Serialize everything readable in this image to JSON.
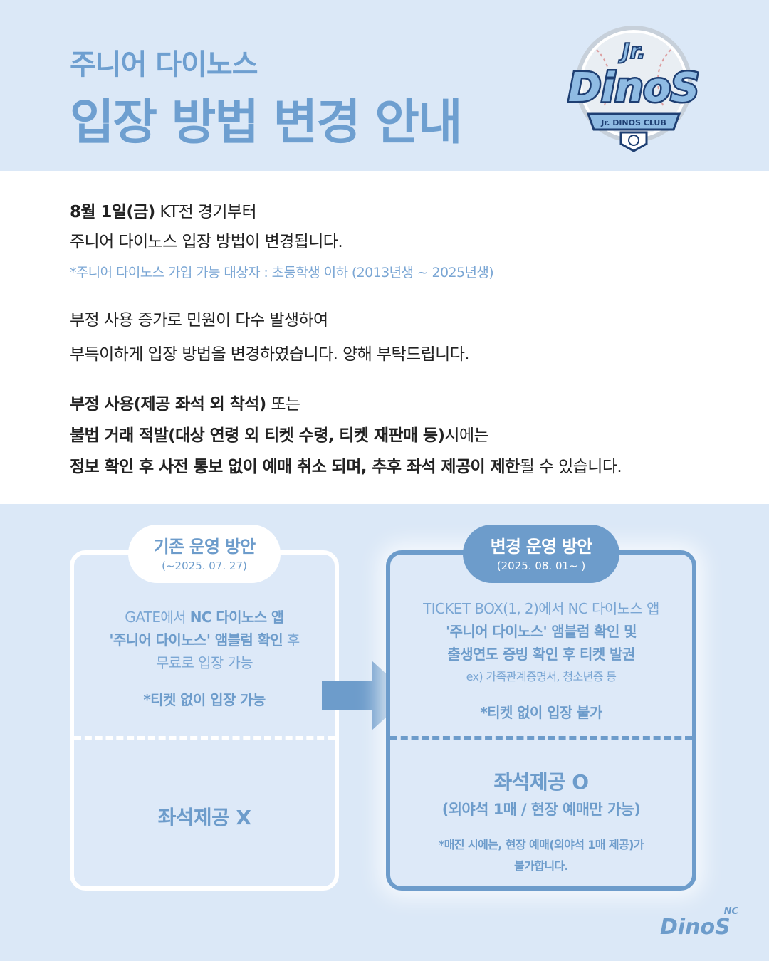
{
  "header": {
    "subtitle": "주니어 다이노스",
    "title": "입장 방법 변경 안내",
    "logo": {
      "top_text": "Jr.",
      "main_text": "DinoS",
      "ribbon_text": "Jr. DINOS CLUB",
      "colors": {
        "navy": "#1e3f73",
        "light": "#8fbbe3",
        "silver": "#b9c3ce"
      }
    }
  },
  "notice": {
    "line1_bold": "8월 1일(금)",
    "line1_rest": " KT전 경기부터",
    "line2": "주니어 다이노스 입장 방법이 변경됩니다.",
    "eligibility_note": "*주니어 다이노스 가입 가능 대상자 : 초등학생 이하 (2013년생 ~ 2025년생)",
    "reason_line1": "부정 사용 증가로 민원이 다수 발생하여",
    "reason_line2": "부득이하게 입장 방법을 변경하였습니다. 양해 부탁드립니다.",
    "warn1_bold": "부정 사용(제공 좌석 외 착석)",
    "warn1_rest": " 또는",
    "warn2_bold": "불법 거래 적발(대상 연령 외 티켓 수령, 티켓 재판매 등)",
    "warn2_rest": "시에는",
    "warn3_bold": "정보 확인 후 사전 통보 없이 예매 취소 되며, 추후 좌석 제공이 제한",
    "warn3_rest": "될 수 있습니다."
  },
  "old_plan": {
    "label": "기존 운영 방안",
    "period": "(~2025. 07. 27)",
    "desc1_a": "GATE에서 ",
    "desc1_b": "NC 다이노스 앱",
    "desc2_a": "'주니어 다이노스' 앰블럼 확인",
    "desc2_b": " 후",
    "desc3": "무료로 입장 가능",
    "ticket_note": "*티켓 없이 입장 가능",
    "seat": "좌석제공 X"
  },
  "new_plan": {
    "label": "변경 운영 방안",
    "period": "(2025. 08. 01~ )",
    "desc1": "TICKET BOX(1, 2)에서  NC 다이노스 앱",
    "desc2": "'주니어 다이노스' 앰블럼 확인 및",
    "desc3": "출생연도 증빙 확인 후  티켓 발권",
    "example": "ex) 가족관계증명서, 청소년증 등",
    "ticket_note": "*티켓 없이 입장 불가",
    "seat": "좌석제공 O",
    "seat_detail": "(외야석 1매 / 현장 예매만 가능)",
    "soldout1": "*매진 시에는, 현장 예매(외야석 1매 제공)가",
    "soldout2": "불가합니다."
  },
  "footer": {
    "brand_small": "NC",
    "brand": "DinoS"
  },
  "colors": {
    "accent": "#6d9ccb",
    "light_accent": "#7aa6d4",
    "bg": "#dbe8f7",
    "text": "#222222"
  }
}
